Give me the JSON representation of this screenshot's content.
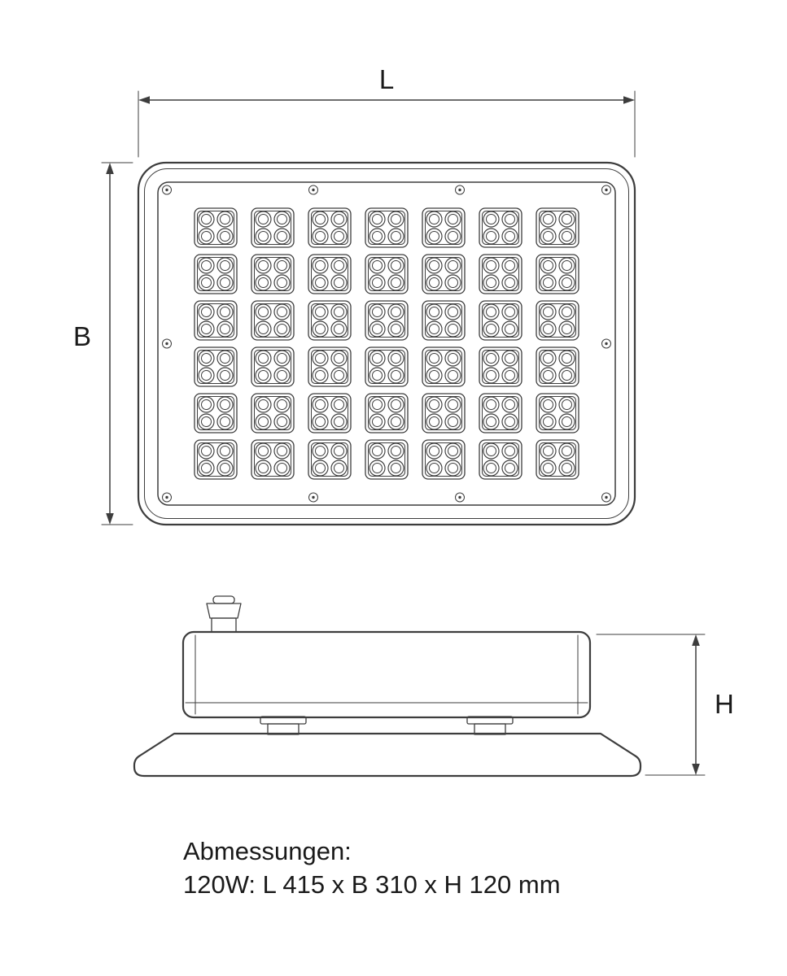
{
  "diagram": {
    "type": "technical-dimension-drawing",
    "dim_labels": {
      "length": "L",
      "width": "B",
      "height": "H"
    },
    "caption": {
      "line1": "Abmessungen:",
      "line2": "120W: L 415 x B 310 x H 120 mm"
    },
    "top_view": {
      "led_grid": {
        "columns": 7,
        "rows": 6,
        "leds_per_module": 4
      },
      "screw_count": 10
    },
    "side_view": {
      "features": [
        "cable-gland",
        "mounting-stems",
        "mounting-bracket"
      ]
    },
    "colors": {
      "line": "#3d3d3d",
      "text": "#1a1a1a",
      "background": "#ffffff"
    }
  }
}
